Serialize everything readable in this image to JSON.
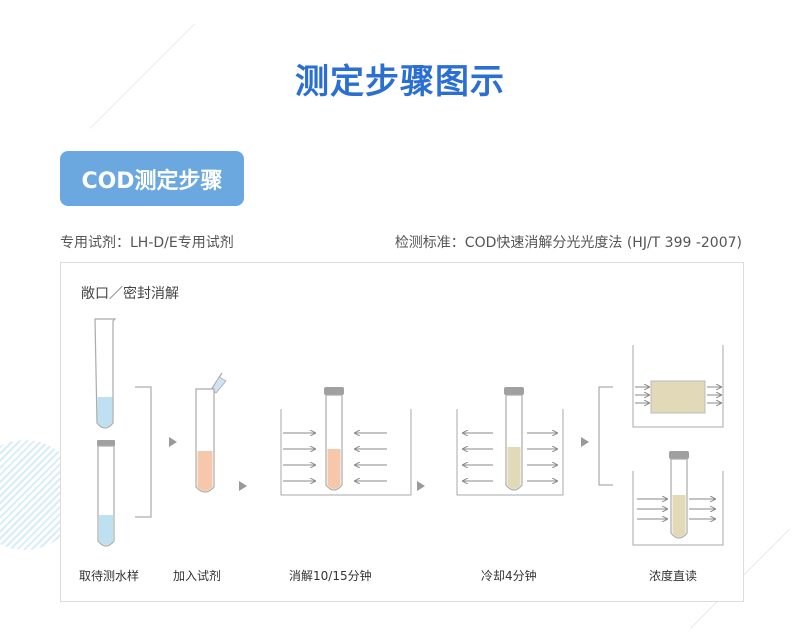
{
  "title": "测定步骤图示",
  "badge": "COD测定步骤",
  "reagent": "专用试剂：LH-D/E专用试剂",
  "standard": "检测标准：COD快速消解分光光度法 (HJ/T 399 -2007)",
  "panel_title": "敞口／密封消解",
  "steps": {
    "s1": "取待测水样",
    "s2": "加入试剂",
    "s3": "消解10/15分钟",
    "s4": "冷却4分钟",
    "s5": "浓度直读"
  },
  "colors": {
    "title": "#2a6fd1",
    "badge": "#6aa8df",
    "water": "#bfe0f1",
    "reagent": "#f6c7aa",
    "digested": "#e1d9b8",
    "cap": "#a0a0a0"
  }
}
